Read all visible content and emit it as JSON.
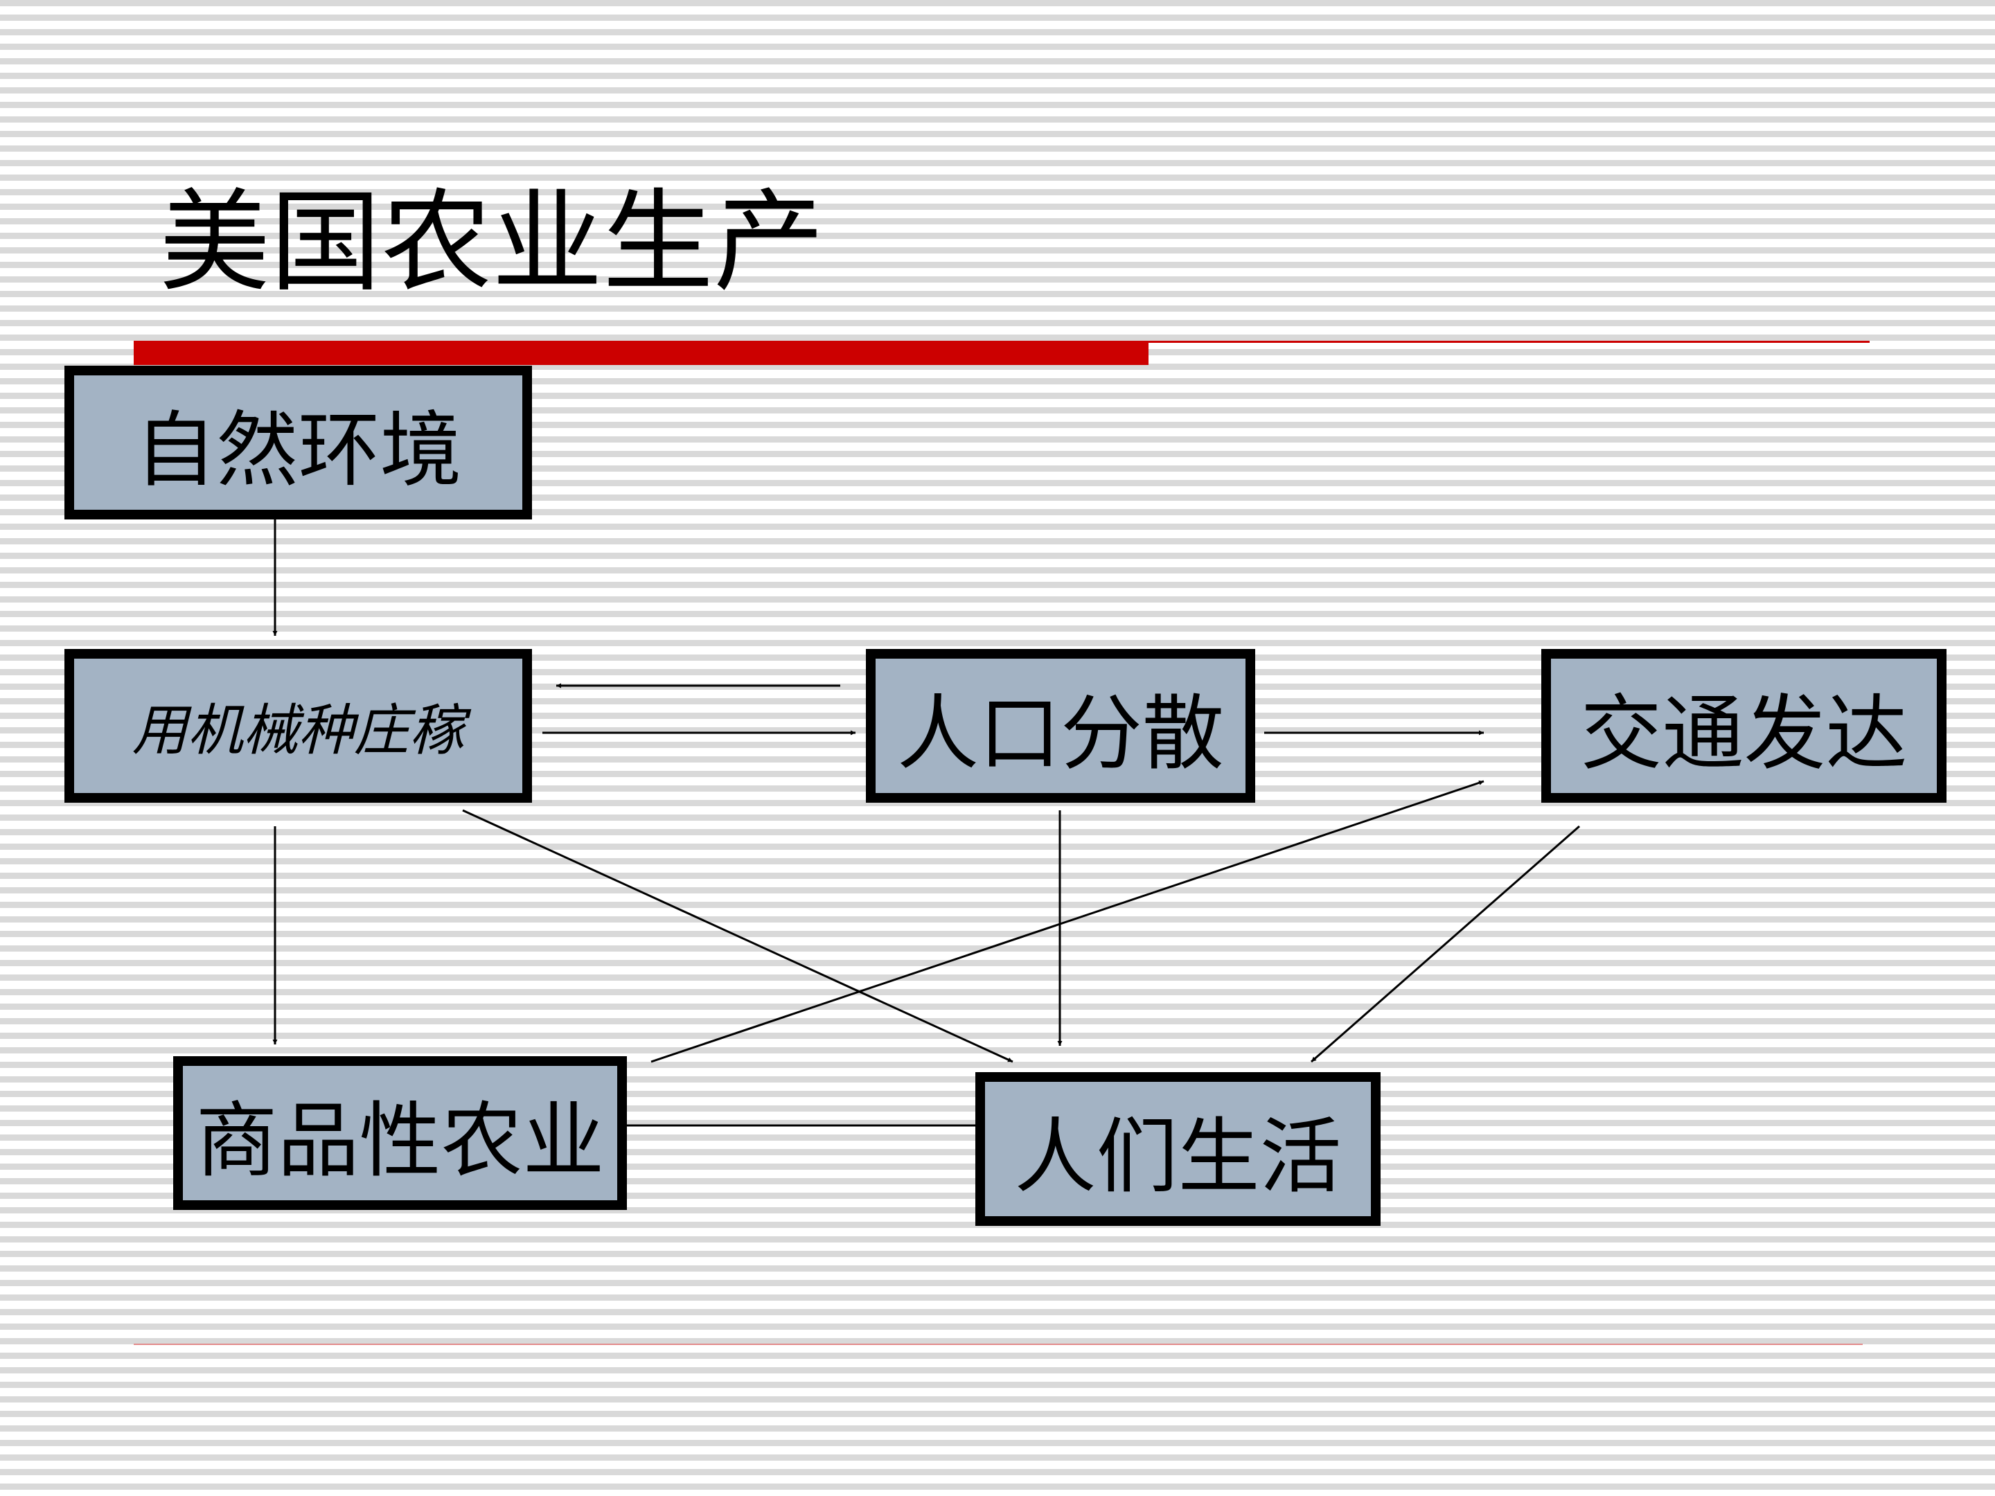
{
  "slide": {
    "title": "美国农业生产"
  },
  "nodes": {
    "ziran_huanjing": "自然环境",
    "yong_jixie": "用机械种庄稼",
    "renkou_fensan": "人口分散",
    "jiaotong_fada": "交通发达",
    "shangpinxing_nongye": "商品性农业",
    "renmen_shenghuo": "人们生活"
  },
  "edges": [
    {
      "from": "ziran_huanjing",
      "to": "yong_jixie"
    },
    {
      "from": "renkou_fensan",
      "to": "yong_jixie"
    },
    {
      "from": "yong_jixie",
      "to": "renkou_fensan"
    },
    {
      "from": "renkou_fensan",
      "to": "jiaotong_fada"
    },
    {
      "from": "yong_jixie",
      "to": "shangpinxing_nongye"
    },
    {
      "from": "yong_jixie",
      "to": "renmen_shenghuo"
    },
    {
      "from": "renkou_fensan",
      "to": "renmen_shenghuo"
    },
    {
      "from": "shangpinxing_nongye",
      "to": "jiaotong_fada"
    },
    {
      "from": "jiaotong_fada",
      "to": "renmen_shenghuo"
    },
    {
      "from": "shangpinxing_nongye",
      "to": "renmen_shenghuo"
    }
  ],
  "colors": {
    "accent": "#cc0000",
    "node_fill": "#a3b3c4",
    "node_border": "#000000",
    "stripe": "#d9d9d9"
  }
}
